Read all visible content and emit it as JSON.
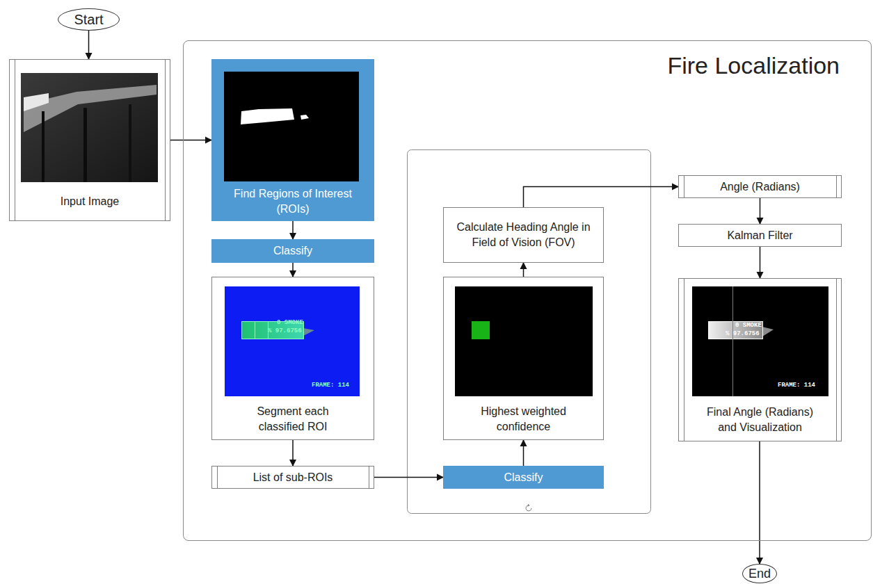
{
  "diagram": {
    "nodes": [
      {
        "text": [
          "Start"
        ]
      },
      {
        "text": [
          "Input Image"
        ]
      },
      {
        "text": [
          "Fire Localization"
        ]
      },
      {
        "text": [
          "Find Regions of Interest (ROIs)"
        ],
        "in": 2
      },
      {
        "text": [
          "Classify"
        ],
        "in": 2
      },
      {
        "text": [
          "Segment each classified ROI"
        ],
        "in": 2
      },
      {
        "text": [
          "List of sub-ROIs"
        ],
        "in": 2
      },
      {
        "text": [
          "Classify"
        ],
        "in": 2
      },
      {
        "text": [
          "Highest weighted confidence"
        ],
        "in": 2
      },
      {
        "text": [
          "Calculate Heading Angle in Field of Vision (FOV)"
        ],
        "in": 2
      },
      {
        "text": [
          "Angle (Radians)"
        ],
        "in": 2
      },
      {
        "text": [
          "Kalman Filter"
        ],
        "in": 2
      },
      {
        "text": [
          "Final Angle (Radians) and Visualization"
        ],
        "in": 2
      },
      {
        "text": [
          "End"
        ]
      }
    ],
    "edges": [
      {
        "from": 0,
        "to": 1,
        "arrow": "to"
      },
      {
        "from": 1,
        "to": 3,
        "arrow": "to"
      },
      {
        "from": 3,
        "to": 4,
        "arrow": "to"
      },
      {
        "from": 4,
        "to": 5,
        "arrow": "to"
      },
      {
        "from": 5,
        "to": 6,
        "arrow": "to"
      },
      {
        "from": 6,
        "to": 7,
        "arrow": "to"
      },
      {
        "from": 7,
        "to": 8,
        "arrow": "to"
      },
      {
        "from": 8,
        "to": 9,
        "arrow": "to"
      },
      {
        "from": 9,
        "to": 10,
        "arrow": "to"
      },
      {
        "from": 10,
        "to": 11,
        "arrow": "to"
      },
      {
        "from": 11,
        "to": 12,
        "arrow": "to"
      },
      {
        "from": 12,
        "to": 13,
        "arrow": "to"
      }
    ],
    "labels": [
      "0 SMOKE",
      "% 97.6756",
      "FRAME: 114",
      "0 SMOKE",
      "% 97.6756",
      "FRAME: 114"
    ]
  }
}
